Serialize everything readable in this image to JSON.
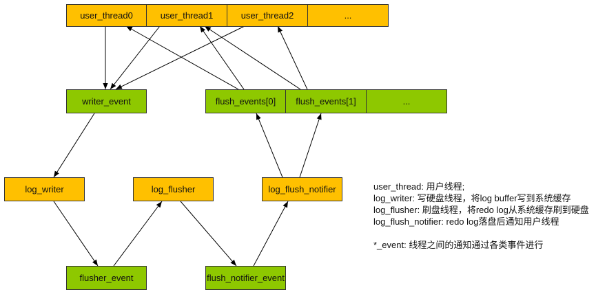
{
  "user_threads": [
    "user_thread0",
    "user_thread1",
    "user_thread2",
    "..."
  ],
  "writer_event": "writer_event",
  "flush_events": [
    "flush_events[0]",
    "flush_events[1]",
    "..."
  ],
  "log_writer": "log_writer",
  "log_flusher": "log_flusher",
  "log_flush_notifier": "log_flush_notifier",
  "flusher_event": "flusher_event",
  "flush_notifier_event": "flush_notifier_event",
  "colors": {
    "thread_box": "#ffc000",
    "event_box": "#8ec800",
    "arrow": "#000000"
  },
  "legend": {
    "line1": "user_thread: 用户线程;",
    "line2": "log_writer: 写硬盘线程，将log buffer写到系统缓存",
    "line3": "log_flusher: 刷盘线程，将redo log从系统缓存刷到硬盘",
    "line4": "log_flush_notifier: redo log落盘后通知用户线程",
    "line5": "*_event: 线程之间的通知通过各类事件进行"
  }
}
